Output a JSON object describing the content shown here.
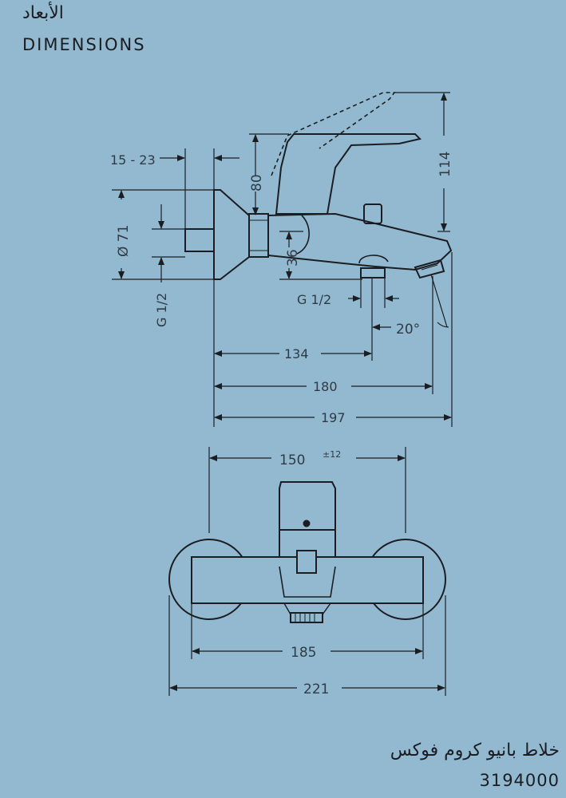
{
  "header": {
    "title_ar": "الأبعاد",
    "title_en": "DIMENSIONS"
  },
  "footer": {
    "product_name": "خلاط بانيو كروم فوكس",
    "product_code": "3194000"
  },
  "side_view": {
    "dims": {
      "wall_range": "15 - 23",
      "height_80": "80",
      "height_114": "114",
      "diameter": "Ø 71",
      "g_half_vertical": "G 1/2",
      "spout_36": "36",
      "g_half_horizontal": "G 1/2",
      "angle": "20°",
      "len_134": "134",
      "len_180": "180",
      "len_197": "197"
    }
  },
  "front_view": {
    "dims": {
      "width_150": "150",
      "tolerance": "±12",
      "width_185": "185",
      "width_221": "221"
    }
  },
  "colors": {
    "background": "#93b9d0",
    "line": "#1a1e22",
    "dim_text": "#2f3a44"
  }
}
